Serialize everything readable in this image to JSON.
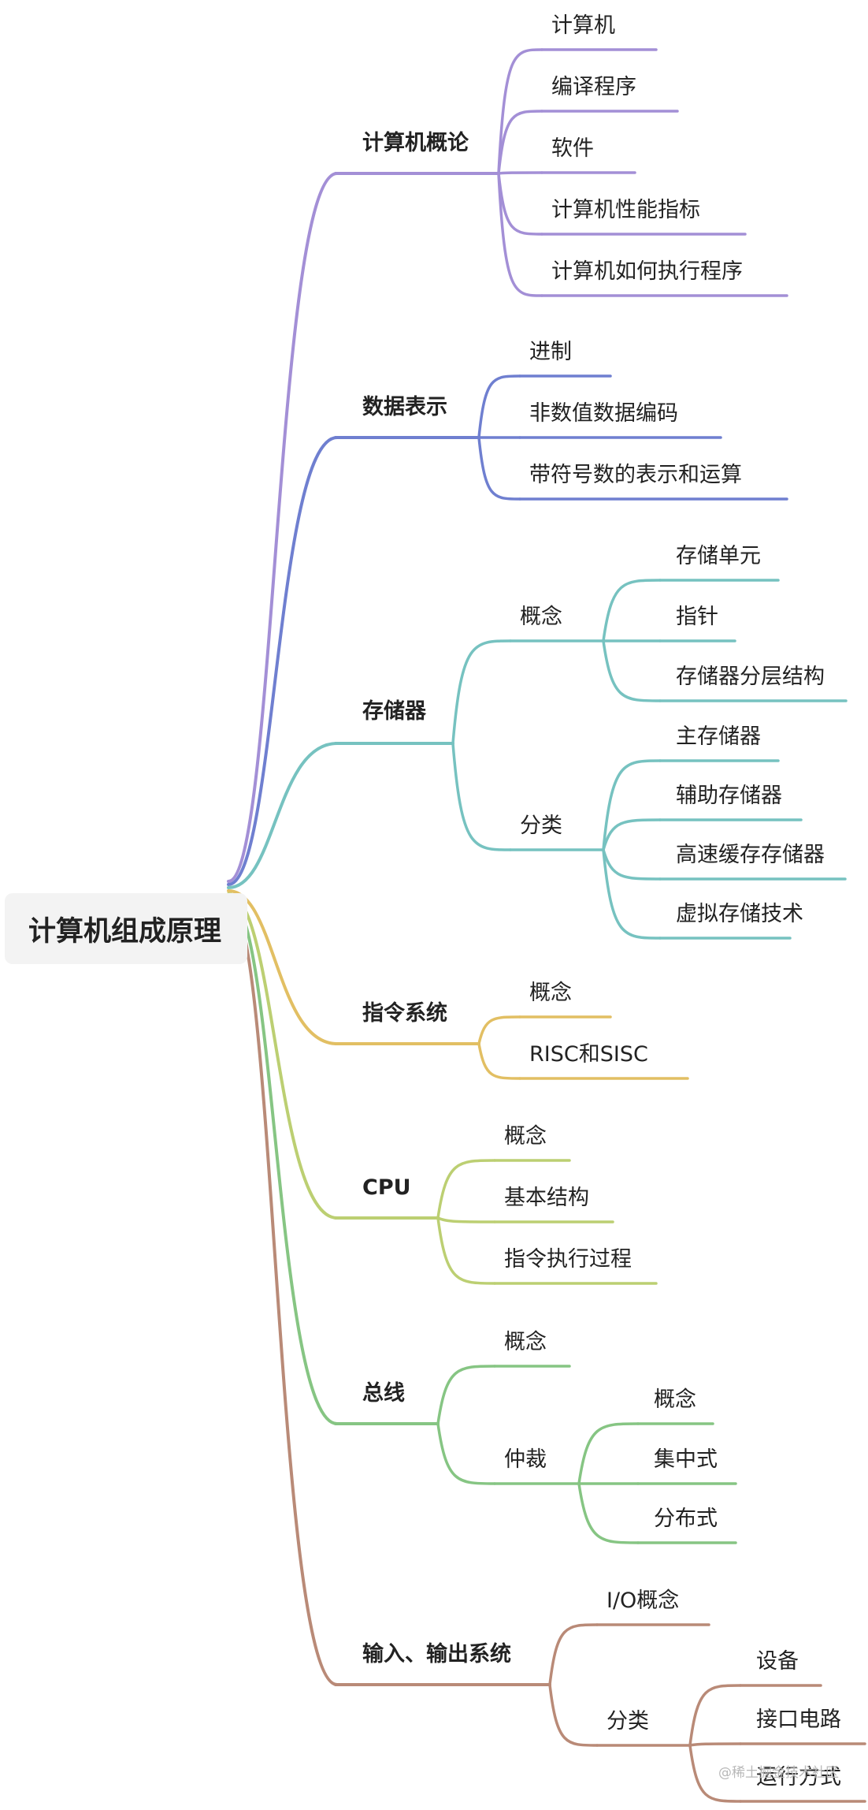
{
  "root": {
    "label": "计算机组成原理",
    "branches": [
      {
        "label": "计算机概论",
        "color": "#a38fd6",
        "children": [
          {
            "label": "计算机"
          },
          {
            "label": "编译程序"
          },
          {
            "label": "软件"
          },
          {
            "label": "计算机性能指标"
          },
          {
            "label": "计算机如何执行程序"
          }
        ]
      },
      {
        "label": "数据表示",
        "color": "#6f7fd0",
        "children": [
          {
            "label": "进制"
          },
          {
            "label": "非数值数据编码"
          },
          {
            "label": "带符号数的表示和运算"
          }
        ]
      },
      {
        "label": "存储器",
        "color": "#76c2c0",
        "children": [
          {
            "label": "概念",
            "children": [
              {
                "label": "存储单元"
              },
              {
                "label": "指针"
              },
              {
                "label": "存储器分层结构"
              }
            ]
          },
          {
            "label": "分类",
            "children": [
              {
                "label": "主存储器"
              },
              {
                "label": "辅助存储器"
              },
              {
                "label": "高速缓存存储器"
              },
              {
                "label": "虚拟存储技术"
              }
            ]
          }
        ]
      },
      {
        "label": "指令系统",
        "color": "#e2bf63",
        "children": [
          {
            "label": "概念"
          },
          {
            "label": "RISC和SISC"
          }
        ]
      },
      {
        "label": "CPU",
        "color": "#bccf72",
        "children": [
          {
            "label": "概念"
          },
          {
            "label": "基本结构"
          },
          {
            "label": "指令执行过程"
          }
        ]
      },
      {
        "label": "总线",
        "color": "#86c583",
        "children": [
          {
            "label": "概念"
          },
          {
            "label": "仲裁",
            "children": [
              {
                "label": "概念"
              },
              {
                "label": "集中式"
              },
              {
                "label": "分布式"
              }
            ]
          }
        ]
      },
      {
        "label": "输入、输出系统",
        "color": "#b98a77",
        "children": [
          {
            "label": "I/O概念"
          },
          {
            "label": "分类",
            "children": [
              {
                "label": "设备"
              },
              {
                "label": "接口电路"
              },
              {
                "label": "运行方式"
              }
            ]
          }
        ]
      }
    ]
  },
  "watermark": "@稀土掘金技术社区"
}
